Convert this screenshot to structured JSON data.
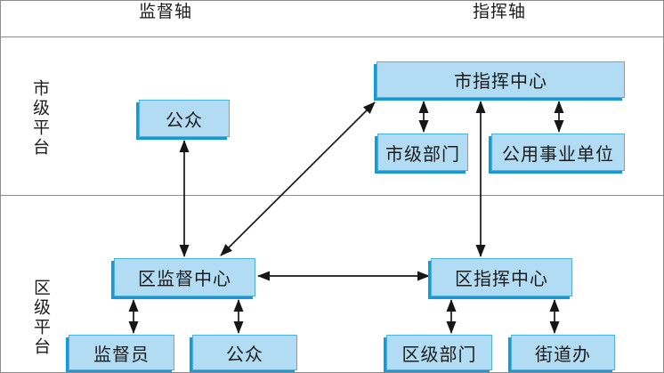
{
  "axis_labels": {
    "supervision": "监督轴",
    "command": "指挥轴"
  },
  "platform_labels": {
    "city": "市级平台",
    "district": "区级平台"
  },
  "nodes": {
    "city_public": "公众",
    "city_command": "市指挥中心",
    "city_departments": "市级部门",
    "public_utilities": "公用事业单位",
    "district_supervision": "区监督中心",
    "district_command": "区指挥中心",
    "supervisors": "监督员",
    "district_public": "公众",
    "district_departments": "区级部门",
    "street_office": "街道办"
  },
  "edges": [
    {
      "from": "city_command",
      "to": "city_departments",
      "bidirectional": true
    },
    {
      "from": "city_command",
      "to": "public_utilities",
      "bidirectional": true
    },
    {
      "from": "city_command",
      "to": "district_command",
      "bidirectional": true
    },
    {
      "from": "city_public",
      "to": "district_supervision",
      "bidirectional": true
    },
    {
      "from": "city_command",
      "to": "district_supervision",
      "bidirectional": true
    },
    {
      "from": "district_supervision",
      "to": "district_command",
      "bidirectional": true
    },
    {
      "from": "district_supervision",
      "to": "supervisors",
      "bidirectional": true
    },
    {
      "from": "district_supervision",
      "to": "district_public",
      "bidirectional": true
    },
    {
      "from": "district_command",
      "to": "district_departments",
      "bidirectional": true
    },
    {
      "from": "district_command",
      "to": "street_office",
      "bidirectional": true
    }
  ],
  "colors": {
    "node_fill": "#b2dcf3",
    "node_border": "#49b2e2",
    "node_accent_shadow": "#1899d6",
    "frame": "#8c8c8c",
    "arrow": "#161616",
    "text": "#1b1b1b"
  }
}
